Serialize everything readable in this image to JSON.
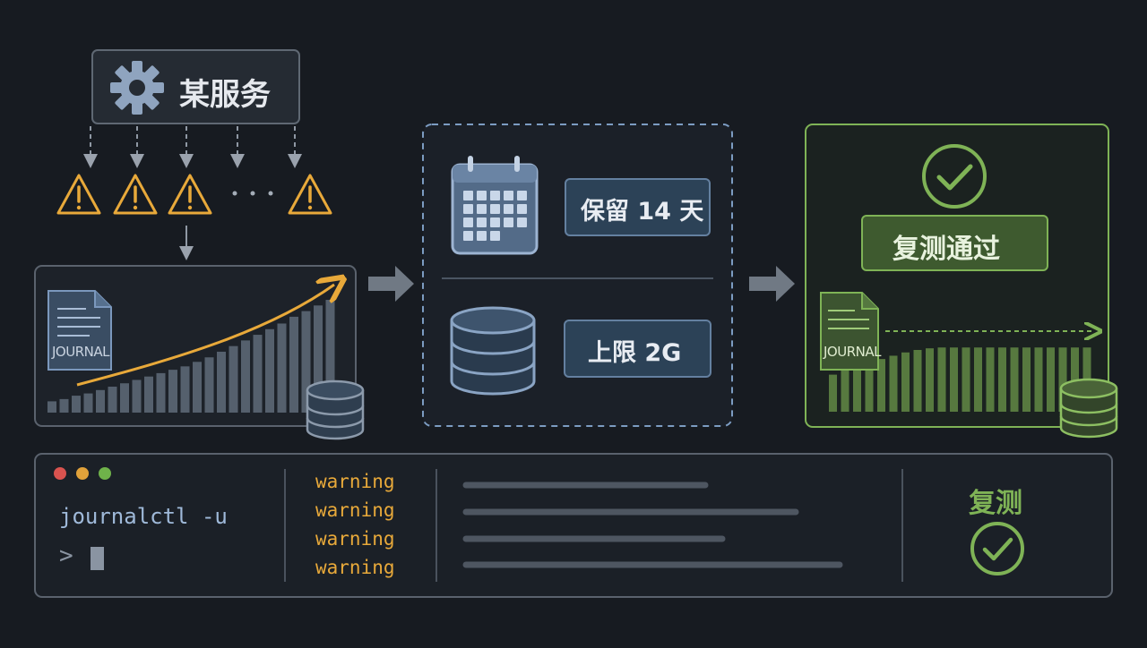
{
  "service": {
    "label": "某服务",
    "icon": "gear-icon"
  },
  "policy": {
    "retention_label": "保留 14 天",
    "retention_icon": "calendar-icon",
    "limit_label": "上限 2G",
    "limit_icon": "database-icon"
  },
  "result": {
    "label": "复测通过",
    "icon": "check-circle-icon"
  },
  "journal": {
    "before_label": "JOURNAL",
    "after_label": "JOURNAL",
    "growth_bars": [
      0.1,
      0.12,
      0.15,
      0.17,
      0.2,
      0.23,
      0.26,
      0.29,
      0.32,
      0.35,
      0.38,
      0.41,
      0.45,
      0.49,
      0.54,
      0.59,
      0.64,
      0.69,
      0.74,
      0.79,
      0.85,
      0.9,
      0.95,
      1.0
    ],
    "capped_bars": [
      0.45,
      0.5,
      0.55,
      0.6,
      0.64,
      0.68,
      0.72,
      0.75,
      0.77,
      0.78,
      0.78,
      0.78,
      0.78,
      0.78,
      0.78,
      0.78,
      0.78,
      0.78,
      0.78,
      0.78,
      0.78,
      0.78
    ]
  },
  "terminal": {
    "command": "journalctl -u",
    "prompt": ">",
    "warnings": [
      "warning",
      "warning",
      "warning",
      "warning"
    ],
    "retest_label": "复测"
  },
  "colors": {
    "background": "#171b21",
    "panel_border": "#4a5260",
    "warning": "#e8a93a",
    "success": "#7fb356",
    "policy_box": "#2c4257",
    "accent_blue": "#7b98bd"
  }
}
